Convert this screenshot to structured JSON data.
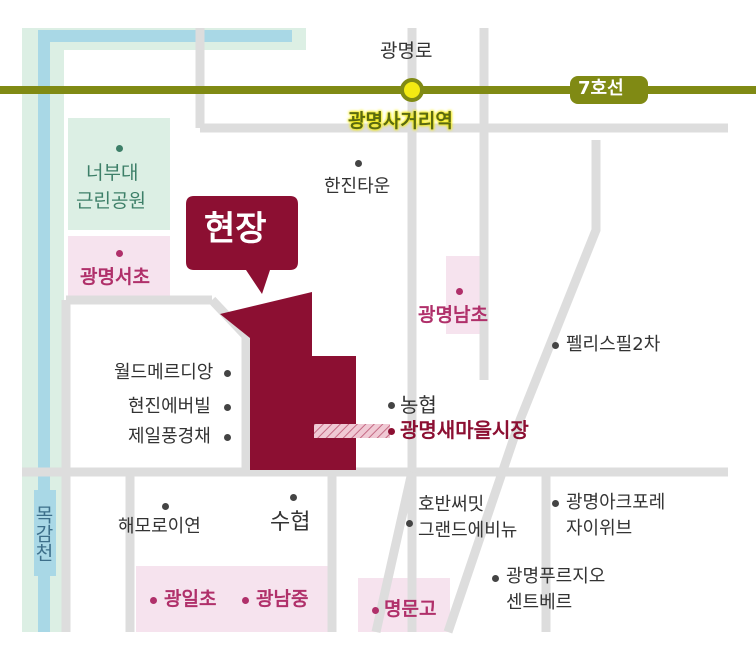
{
  "colors": {
    "road": "#dddddd",
    "subway": "#808a14",
    "station": "#f3ea12",
    "site": "#8c0f32",
    "stream": "#a9d8e6",
    "park": "#dcefe4",
    "school": "#f6e3ee"
  },
  "roads": {
    "gwangmyeong_ro": "광명로"
  },
  "subway": {
    "line": "7호선",
    "station": "광명사거리역"
  },
  "site": {
    "label": "현장"
  },
  "stream": {
    "label": "목감천"
  },
  "park": {
    "line1": "너부대",
    "line2": "근린공원"
  },
  "schools": {
    "gwangmyeong_seocho": "광명서초",
    "gwangmyeong_namcho": "광명남초",
    "gwangilcho": "광일초",
    "gwangnamjung": "광남중",
    "myeongmungo": "명문고"
  },
  "places": {
    "hanjin_town": "한진타운",
    "world_meridian": "월드메르디앙",
    "hyunjin_ever": "현진에버빌",
    "jeil_pung": "제일풍경채",
    "nonghyup": "농협",
    "saemaeul_market": "광명새마을시장",
    "felice_line1": "펠리스필2차",
    "haemoro": "해모로이연",
    "suhyup": "수협",
    "hoban_line1": "호반써밋",
    "hoban_line2": "그랜드에비뉴",
    "arc_line1": "광명아크포레",
    "arc_line2": "자이위브",
    "prugio_line1": "광명푸르지오",
    "prugio_line2": "센트베르"
  }
}
